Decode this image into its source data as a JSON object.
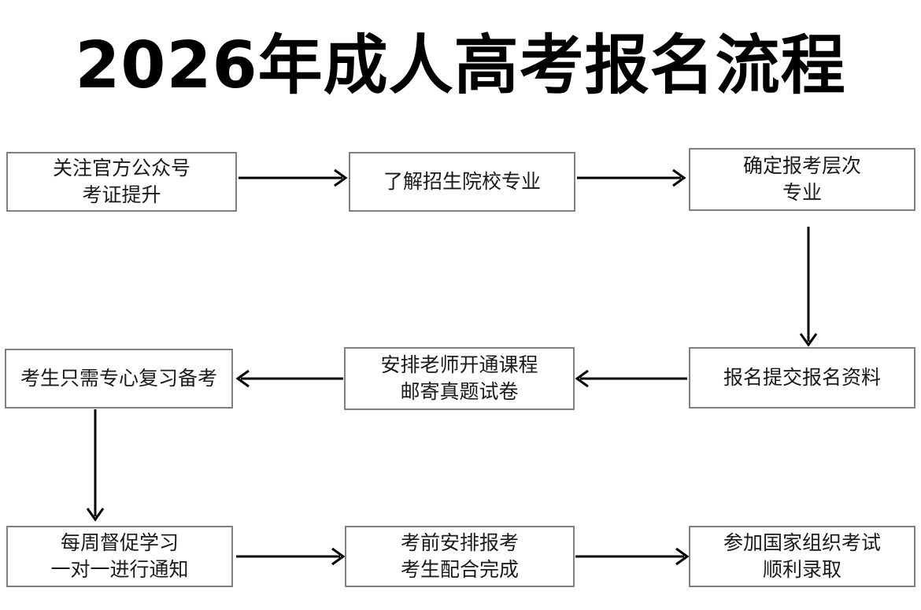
{
  "page": {
    "title": "2026年成人高考报名流程",
    "background_color": "#ffffff",
    "box_border_color": "#808080",
    "text_color": "#1a1a1a",
    "arrow_color": "#000000"
  },
  "chart_data": {
    "type": "diagram",
    "diagram_kind": "flowchart",
    "title": "2026年成人高考报名流程",
    "nodes": [
      {
        "id": "n1",
        "lines": [
          "关注官方公众号",
          "考证提升"
        ],
        "row": 1,
        "col": 1
      },
      {
        "id": "n2",
        "lines": [
          "了解招生院校专业"
        ],
        "row": 1,
        "col": 2
      },
      {
        "id": "n3",
        "lines": [
          "确定报考层次",
          "专业"
        ],
        "row": 1,
        "col": 3
      },
      {
        "id": "n4",
        "lines": [
          "报名提交报名资料"
        ],
        "row": 2,
        "col": 3
      },
      {
        "id": "n5",
        "lines": [
          "安排老师开通课程",
          "邮寄真题试卷"
        ],
        "row": 2,
        "col": 2
      },
      {
        "id": "n6",
        "lines": [
          "考生只需专心复习备考"
        ],
        "row": 2,
        "col": 1
      },
      {
        "id": "n7",
        "lines": [
          "每周督促学习",
          "一对一进行通知"
        ],
        "row": 3,
        "col": 1
      },
      {
        "id": "n8",
        "lines": [
          "考前安排报考",
          "考生配合完成"
        ],
        "row": 3,
        "col": 2
      },
      {
        "id": "n9",
        "lines": [
          "参加国家组织考试",
          "顺利录取"
        ],
        "row": 3,
        "col": 3
      }
    ],
    "edges": [
      {
        "from": "n1",
        "to": "n2",
        "direction": "right"
      },
      {
        "from": "n2",
        "to": "n3",
        "direction": "right"
      },
      {
        "from": "n3",
        "to": "n4",
        "direction": "down"
      },
      {
        "from": "n4",
        "to": "n5",
        "direction": "left"
      },
      {
        "from": "n5",
        "to": "n6",
        "direction": "left"
      },
      {
        "from": "n6",
        "to": "n7",
        "direction": "down"
      },
      {
        "from": "n7",
        "to": "n8",
        "direction": "right"
      },
      {
        "from": "n8",
        "to": "n9",
        "direction": "right"
      }
    ]
  },
  "nodes": {
    "n1": {
      "line1": "关注官方公众号",
      "line2": "考证提升"
    },
    "n2": {
      "line1": "了解招生院校专业"
    },
    "n3": {
      "line1": "确定报考层次",
      "line2": "专业"
    },
    "n4": {
      "line1": "报名提交报名资料"
    },
    "n5": {
      "line1": "安排老师开通课程",
      "line2": "邮寄真题试卷"
    },
    "n6": {
      "line1": "考生只需专心复习备考"
    },
    "n7": {
      "line1": "每周督促学习",
      "line2": "一对一进行通知"
    },
    "n8": {
      "line1": "考前安排报考",
      "line2": "考生配合完成"
    },
    "n9": {
      "line1": "参加国家组织考试",
      "line2": "顺利录取"
    }
  }
}
